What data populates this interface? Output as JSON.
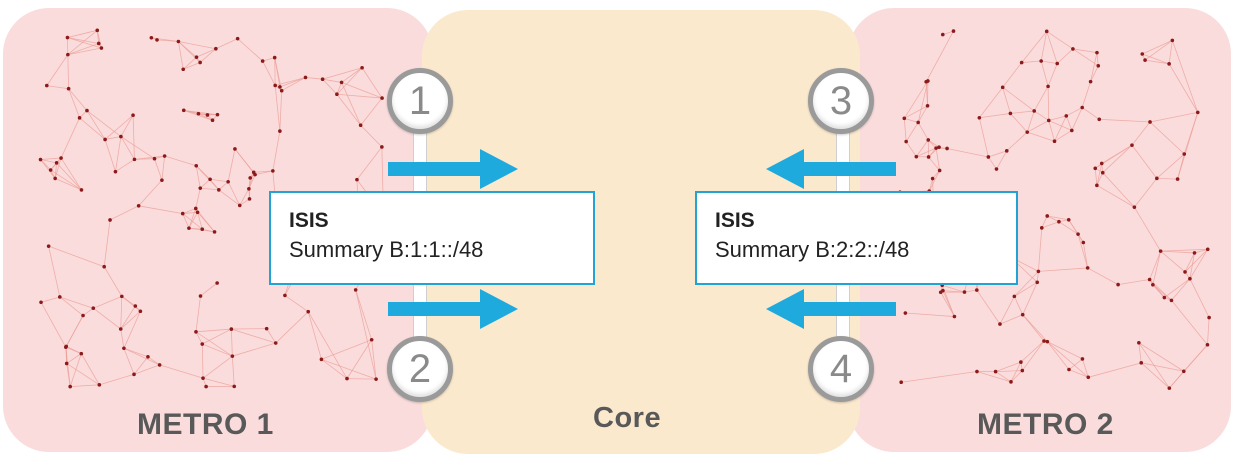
{
  "colors": {
    "metro_fill": "#fadcdc",
    "core_fill": "#fbe9cd",
    "arrow": "#1eaadd",
    "box_border": "#21a3d6",
    "mesh_line": "#eb9d97",
    "mesh_node": "#8b1a1a",
    "node_border": "#9a9a9a"
  },
  "regions": {
    "metro1": {
      "label": "METRO 1"
    },
    "core": {
      "label": "Core"
    },
    "metro2": {
      "label": "METRO 2"
    }
  },
  "nodes": [
    {
      "label": "1"
    },
    {
      "label": "2"
    },
    {
      "label": "3"
    },
    {
      "label": "4"
    }
  ],
  "boxes": {
    "left": {
      "title": "ISIS",
      "text": "Summary B:1:1::/48"
    },
    "right": {
      "title": "ISIS",
      "text": "Summary B:2:2::/48"
    }
  },
  "arrows": [
    {
      "icon": "arrow-right-icon",
      "direction": "right"
    },
    {
      "icon": "arrow-right-icon",
      "direction": "right"
    },
    {
      "icon": "arrow-left-icon",
      "direction": "left"
    },
    {
      "icon": "arrow-left-icon",
      "direction": "left"
    }
  ]
}
